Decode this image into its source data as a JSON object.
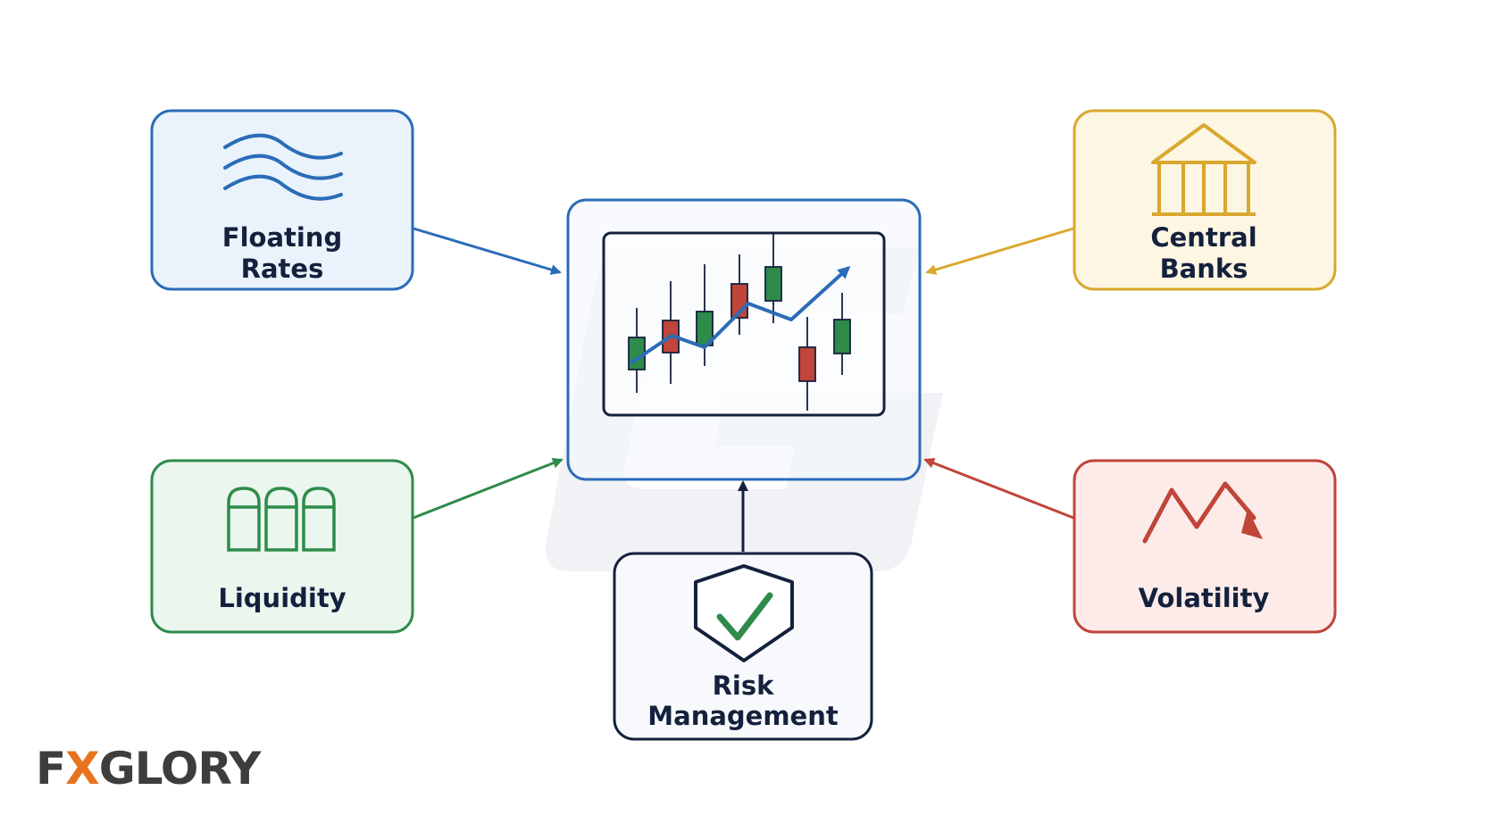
{
  "colors": {
    "blue": "#2a6cb8",
    "blue_bg": "#eaf3fc",
    "gold": "#d9a82e",
    "gold_bg": "#fdf6e3",
    "green": "#2e8b4a",
    "green_bg": "#eaf6ee",
    "red": "#c0453a",
    "red_bg": "#fcebe9",
    "navy": "#14213d",
    "navy_bg": "#f7f9fc",
    "center_bg": "#f4f7fb",
    "candle_up": "#2e8b4a",
    "candle_down": "#c0453a",
    "logo_text": "#3d3d3d",
    "logo_accent": "#e8731e"
  },
  "center": {
    "icon": "candlestick-chart-icon"
  },
  "nodes": {
    "floating_rates": {
      "line1": "Floating",
      "line2": "Rates",
      "icon": "waves-icon",
      "color": "blue"
    },
    "central_banks": {
      "line1": "Central",
      "line2": "Banks",
      "icon": "bank-building-icon",
      "color": "gold"
    },
    "liquidity": {
      "label": "Liquidity",
      "icon": "liquidity-tanks-icon",
      "color": "green"
    },
    "volatility": {
      "label": "Volatility",
      "icon": "zigzag-down-arrow-icon",
      "color": "red"
    },
    "risk_management": {
      "line1": "Risk",
      "line2": "Management",
      "icon": "shield-check-icon",
      "color": "navy"
    }
  },
  "logo": {
    "prefix": "F",
    "mark": "X",
    "suffix": "GLORY"
  }
}
